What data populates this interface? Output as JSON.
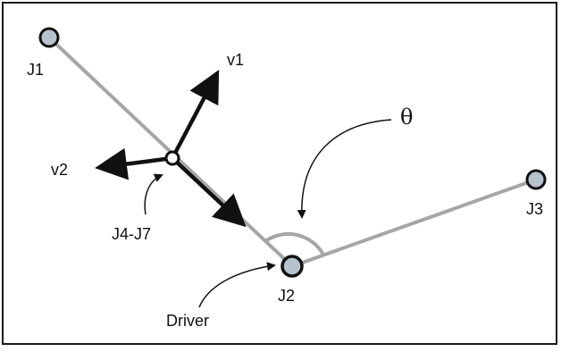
{
  "diagram": {
    "labels": {
      "j1": "J1",
      "j2": "J2",
      "j3": "J3",
      "v1": "v1",
      "v2": "v2",
      "j4_j7": "J4-J7",
      "driver": "Driver",
      "theta": "θ"
    },
    "colors": {
      "link": "#a6a6a6",
      "vector": "#111111",
      "joint_fill": "#b7c3cc",
      "border": "#1a1a1a"
    }
  }
}
